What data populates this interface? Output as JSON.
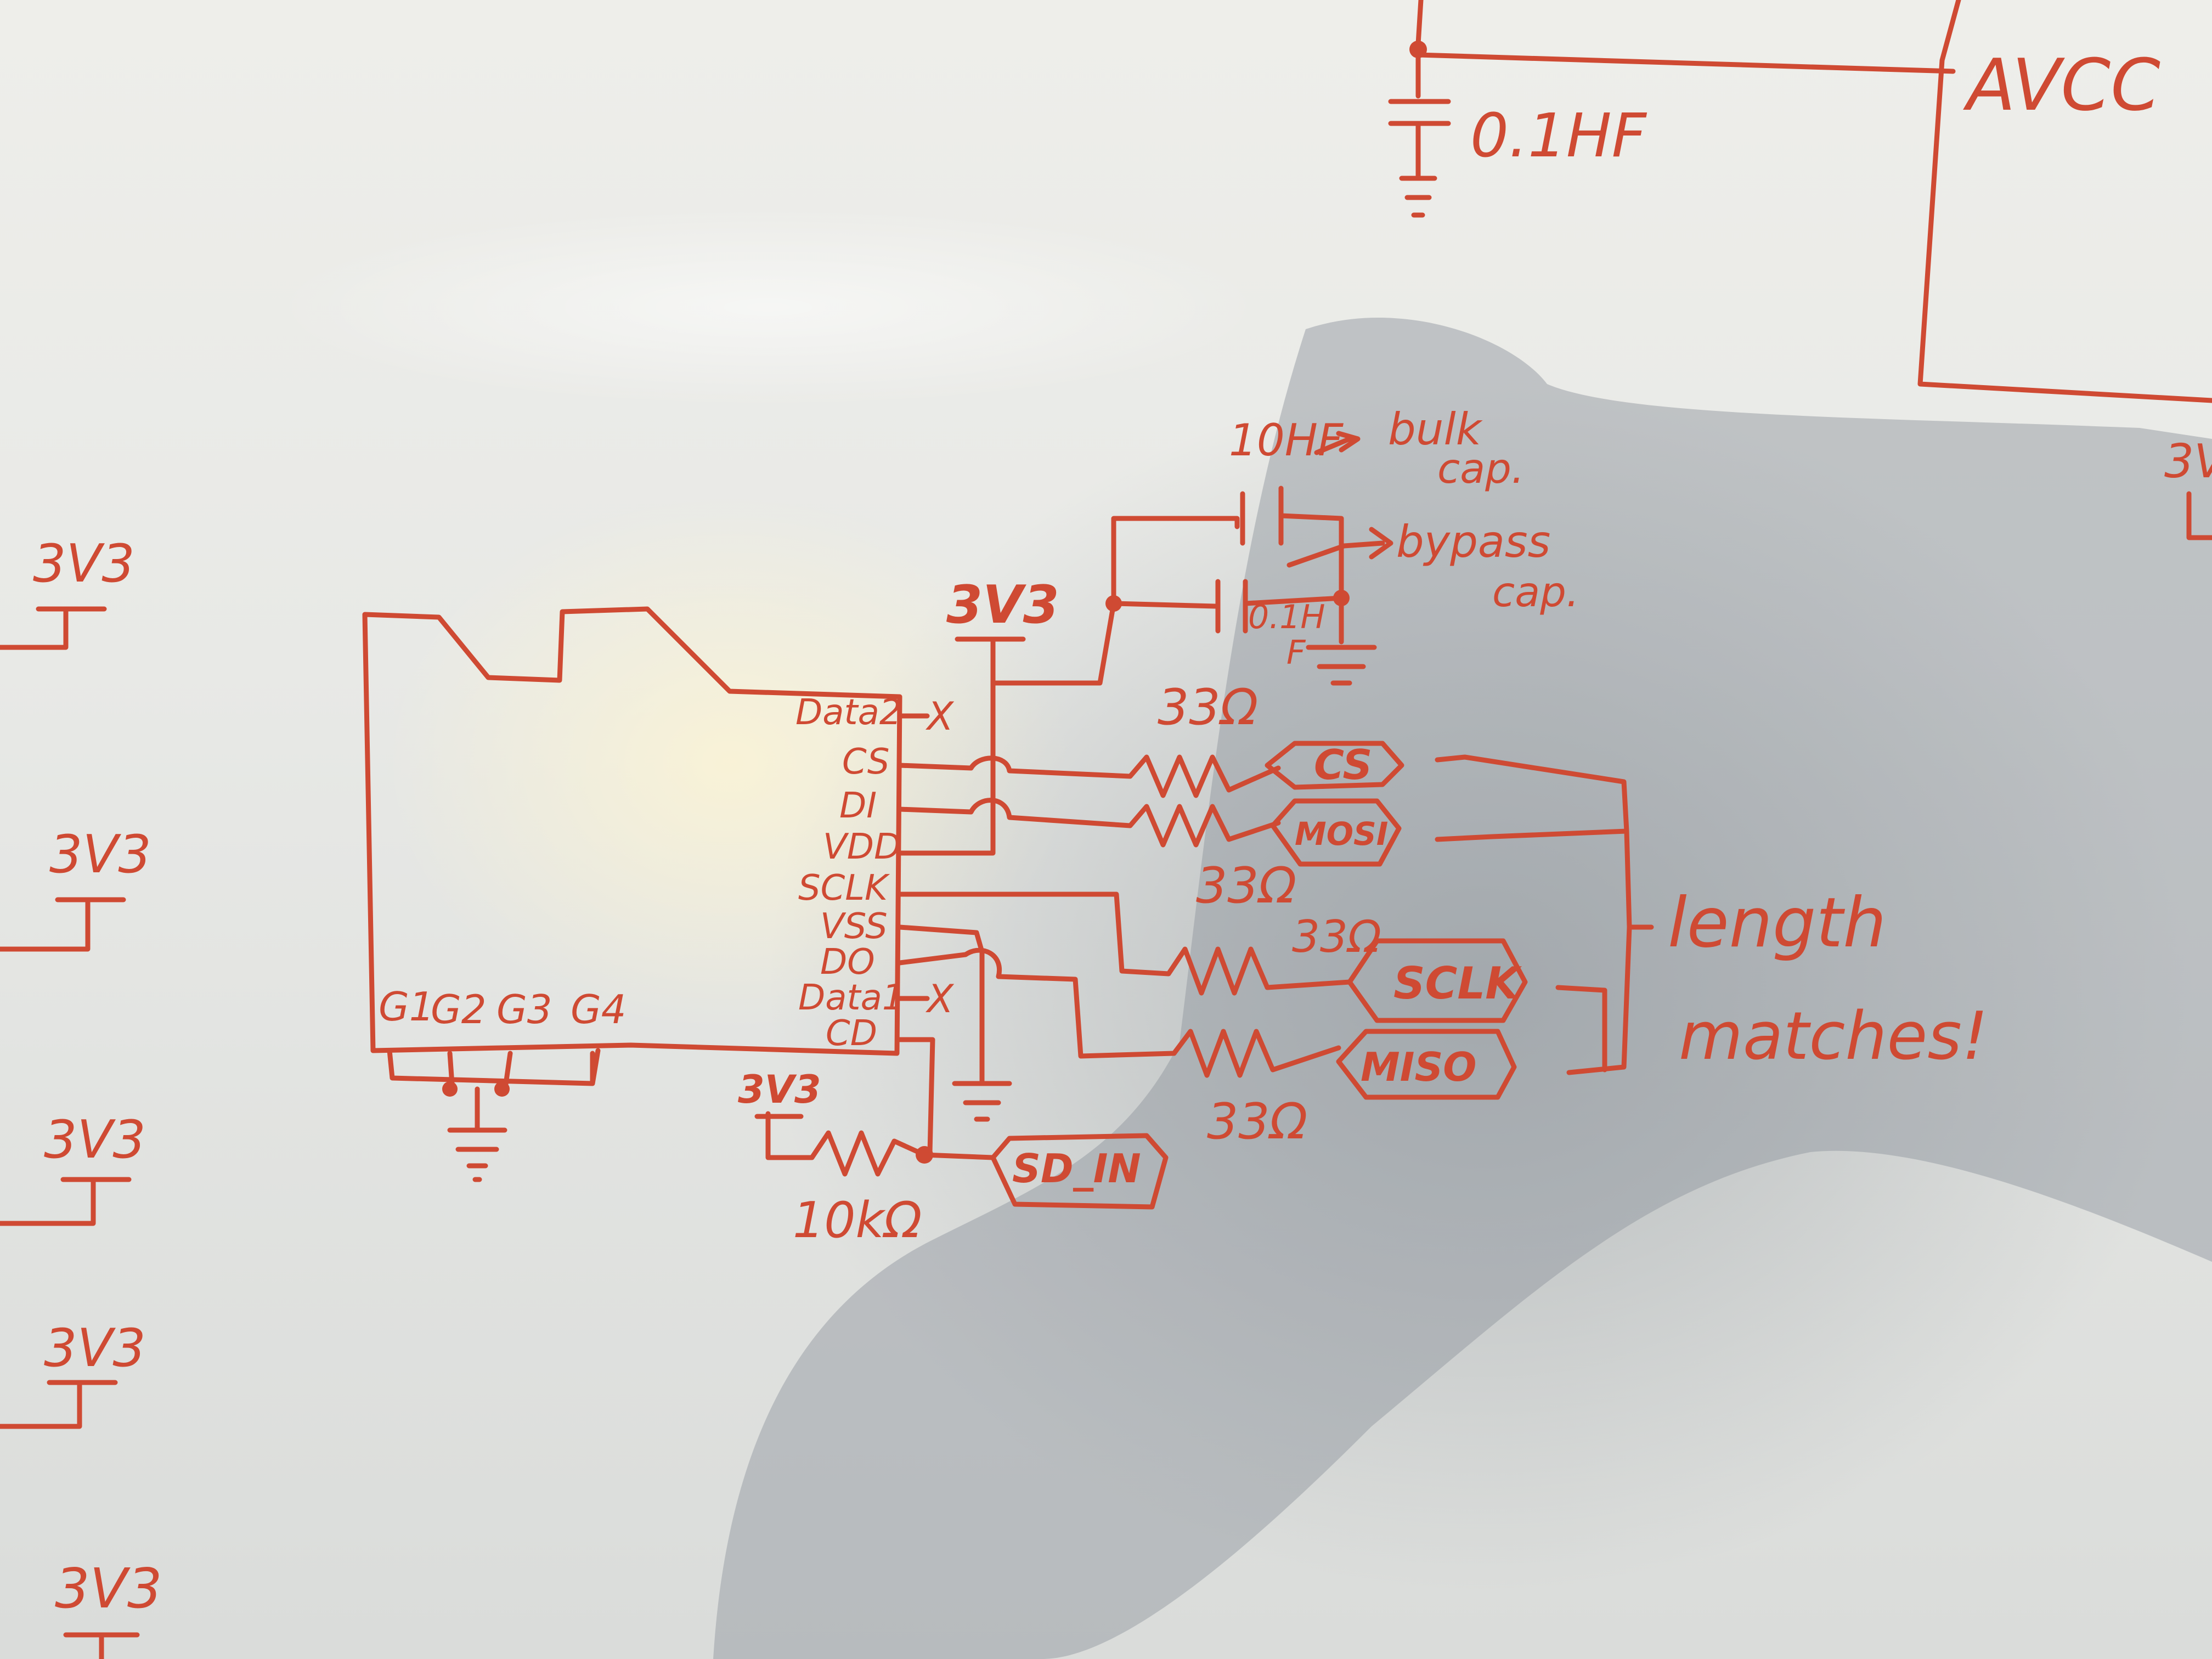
{
  "board": {
    "top_net": {
      "cap": "0.1HF",
      "pin": "AVCC"
    },
    "left_margin": {
      "labels": [
        "3V3",
        "3V3",
        "3V3",
        "3V3",
        "3V3"
      ]
    },
    "right_margin": {
      "label": "3V"
    },
    "caps": {
      "bulk_value": "10HF",
      "bulk_note": "bulk",
      "bulk_note2": "cap.",
      "bypass_value": "0.1H",
      "bypass_value2": "F",
      "bypass_note": "bypass",
      "bypass_note2": "cap."
    },
    "power": {
      "vdd_rail": "3V3",
      "pullup_rail": "3V3"
    },
    "sd_card": {
      "pins": [
        "Data2",
        "CS",
        "DI",
        "VDD",
        "SCLK",
        "VSS",
        "DO",
        "Data1",
        "CD"
      ],
      "ground_pins": [
        "G1",
        "G2",
        "G3",
        "G4"
      ]
    },
    "resistors": {
      "r_cs": "33Ω",
      "r_mosi": "33Ω",
      "r_sclk": "33Ω",
      "r_miso": "33Ω",
      "r_pullup": "10kΩ"
    },
    "nets": {
      "cs": "CS",
      "mosi": "MOSI",
      "sclk": "SCLK",
      "miso": "MISO",
      "sd_in": "SD_IN"
    },
    "no_connect": "X",
    "note": {
      "line1": "length",
      "line2": "matches!"
    }
  }
}
